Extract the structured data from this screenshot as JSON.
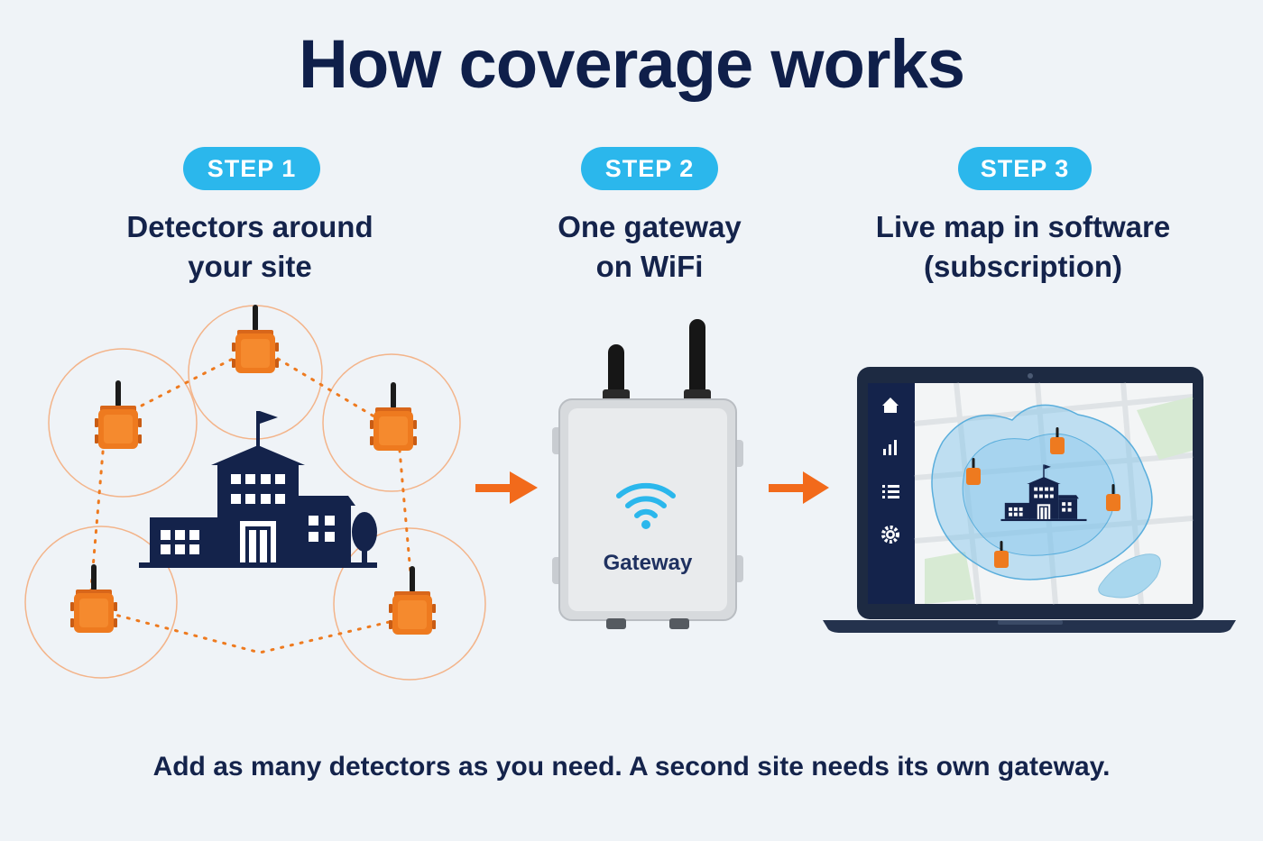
{
  "title": "How coverage works",
  "steps": [
    {
      "badge": "STEP 1",
      "heading": "Detectors around\nyour site"
    },
    {
      "badge": "STEP 2",
      "heading": "One gateway\non WiFi"
    },
    {
      "badge": "STEP 3",
      "heading": "Live map in software\n(subscription)"
    }
  ],
  "gateway_label": "Gateway",
  "footer": "Add as many detectors as you need.  A second site needs its own gateway.",
  "colors": {
    "navy": "#14234b",
    "accent_blue": "#2bb7ec",
    "detector_orange": "#ee7a1f",
    "arrow_orange": "#f26a1b"
  },
  "icons": {
    "detector": "detector-icon",
    "building": "school-building-icon",
    "wifi": "wifi-icon",
    "home": "home-icon",
    "chart": "bar-chart-icon",
    "list": "list-icon",
    "settings": "gear-icon"
  }
}
